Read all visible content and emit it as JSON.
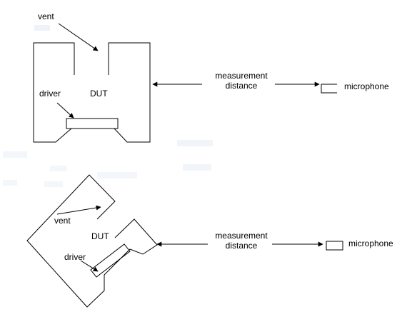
{
  "diagrams": {
    "top": {
      "labels": {
        "vent": "vent",
        "dut": "DUT",
        "driver": "driver",
        "measurement_distance": "measurement\ndistance",
        "microphone": "microphone"
      }
    },
    "bottom": {
      "labels": {
        "vent": "vent",
        "dut": "DUT",
        "driver": "driver",
        "measurement_distance": "measurement\ndistance",
        "microphone": "microphone"
      }
    }
  },
  "colors": {
    "line": "#000000",
    "background": "#ffffff",
    "ghost_text": "#dce6f2"
  }
}
